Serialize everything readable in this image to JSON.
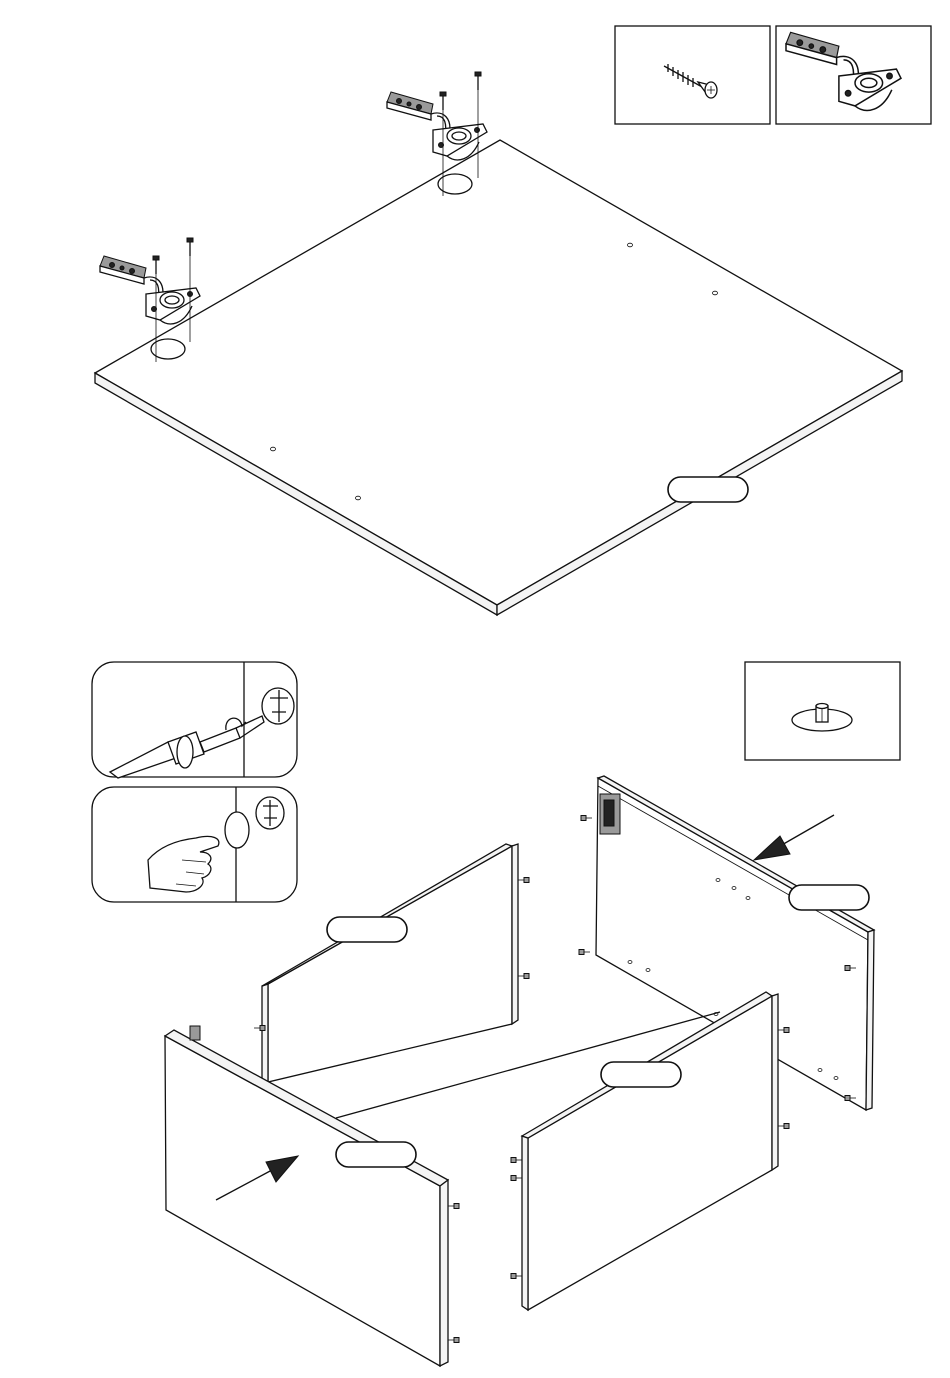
{
  "part_labels": [
    "",
    "",
    "",
    "",
    ""
  ],
  "inset_boxes": {
    "screw": "screw-detail",
    "hinge": "hinge-detail",
    "dowel": "dowel-detail",
    "drill": "drill-step",
    "press": "press-cap-step"
  },
  "icons": {
    "screw": "screw-icon",
    "hinge": "cabinet-hinge-icon",
    "dowel": "cam-dowel-icon",
    "screwdriver": "screwdriver-icon",
    "hand": "hand-icon",
    "arrow": "arrow-icon"
  },
  "colors": {
    "line": "#111111",
    "face": "#ffffff",
    "edge": "#f4f4f4",
    "metal": "#9a9a9a"
  }
}
